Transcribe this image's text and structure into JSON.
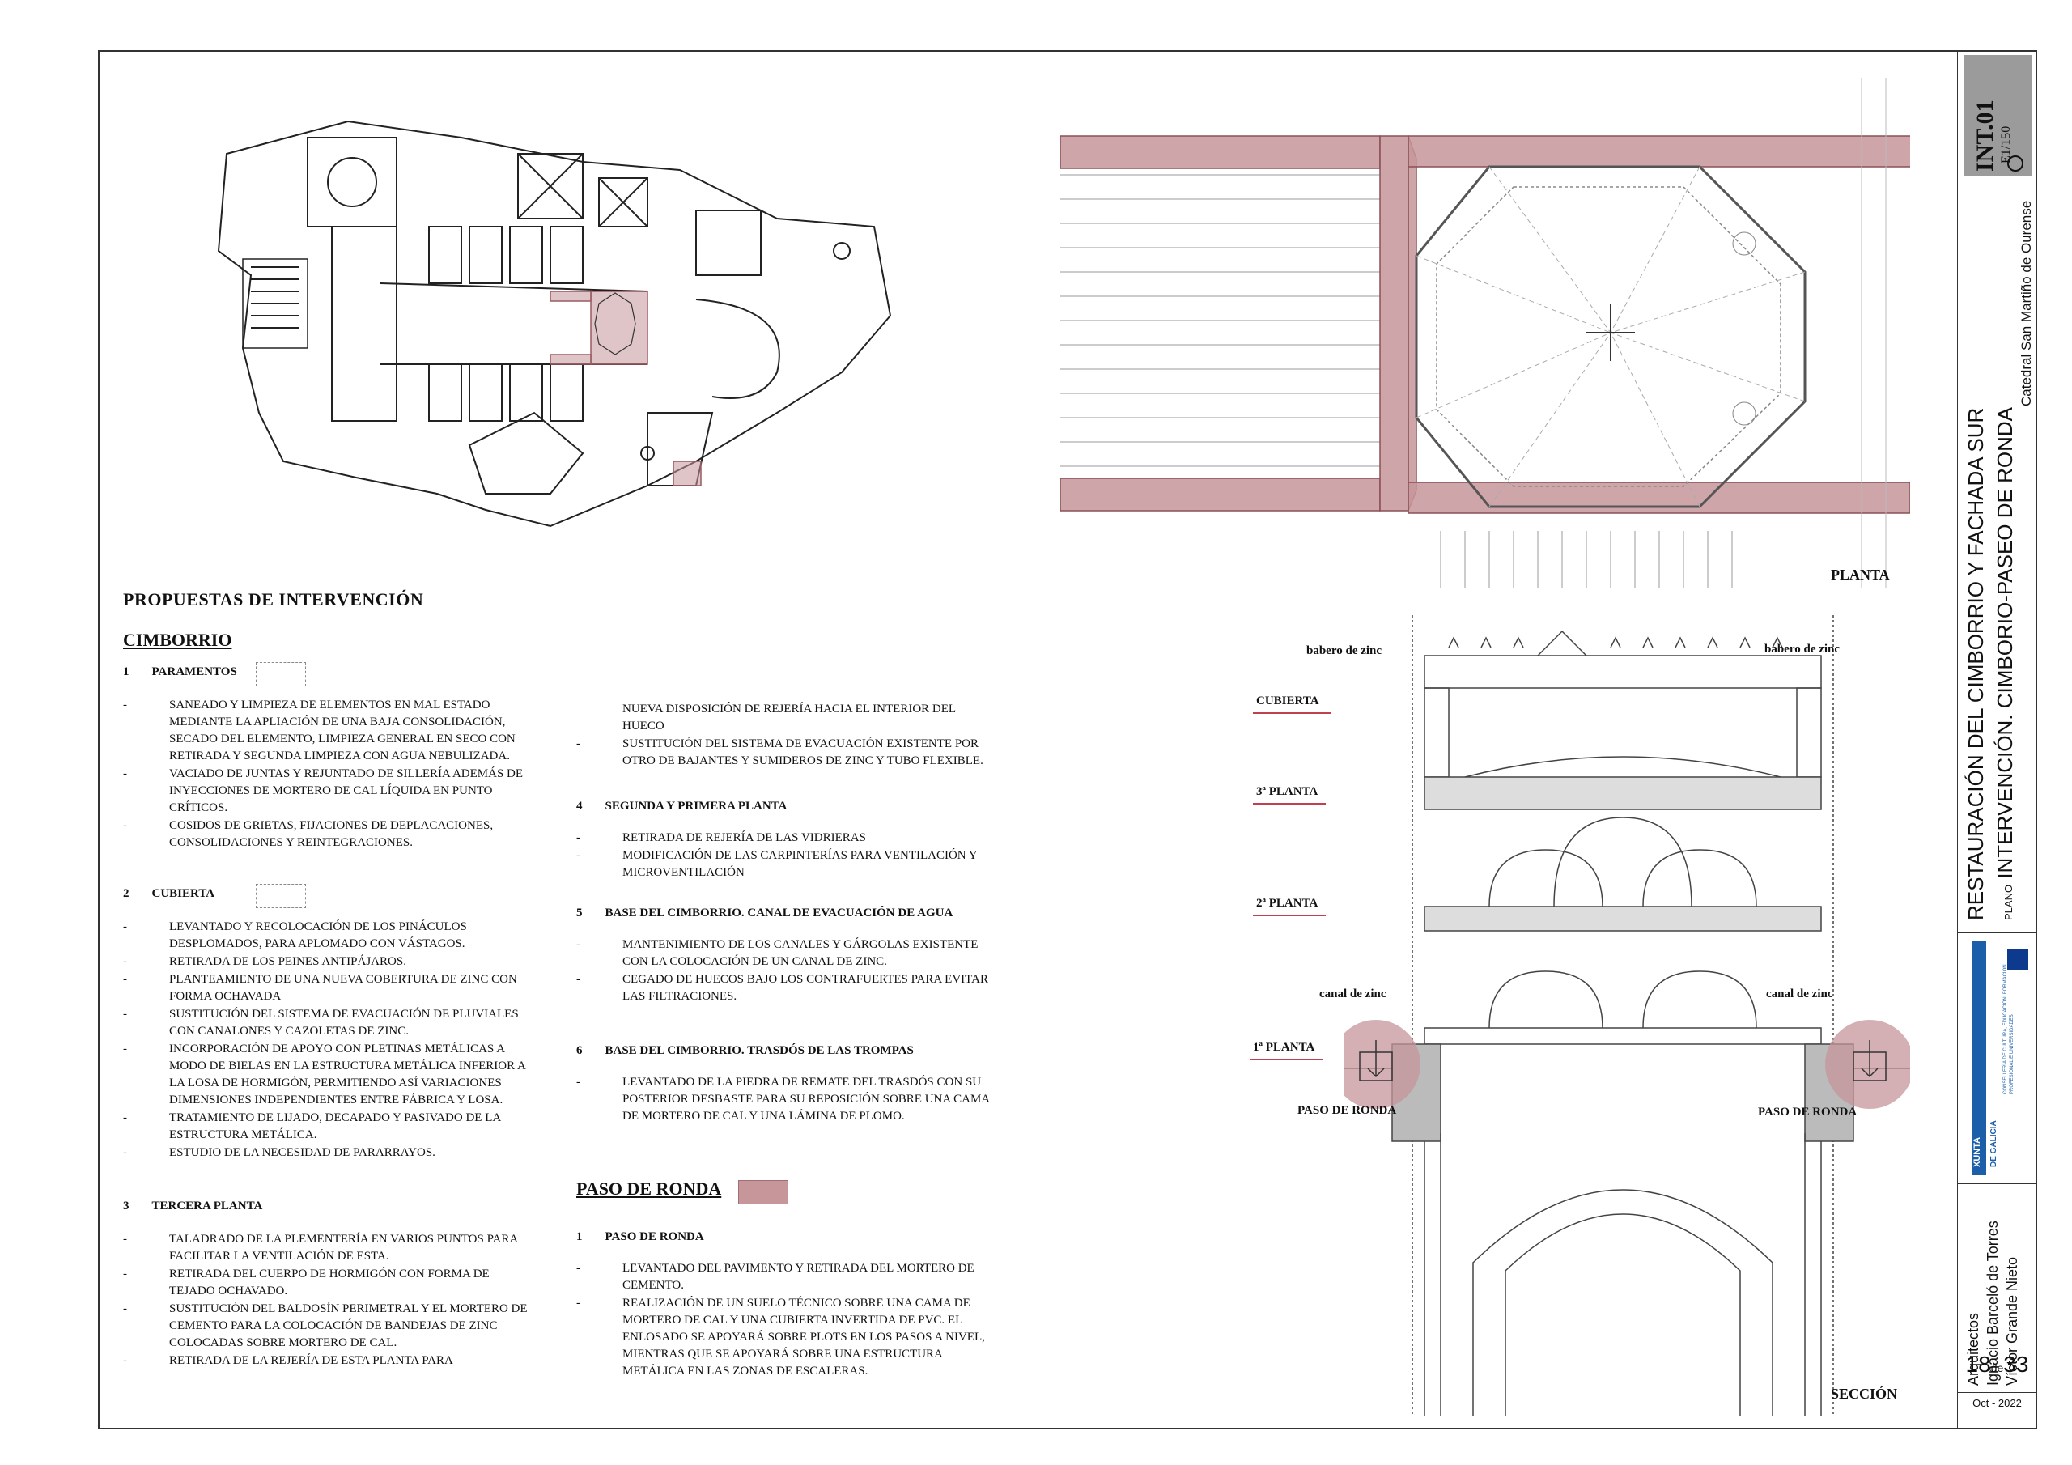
{
  "title_block": {
    "sheet_code": "INT.01",
    "scale": "E1/150",
    "project_title": "RESTAURACIÓN DEL CIMBORRIO Y FACHADA SUR",
    "plano_label": "PLANO",
    "plano_title": "INTERVENCIÓN. CIMBORIO-PASEO DE RONDA",
    "building": "Catedral San Martiño de Ourense",
    "architects_label": "Arquitectos",
    "architect_1": "Ignacio Barceló de Torres",
    "architect_2": "Víctor Grande Nieto",
    "sheet_number": "18",
    "sheet_de": "de",
    "sheet_total": "33",
    "date": "Oct - 2022",
    "logo_xunta_1": "XUNTA",
    "logo_xunta_2": "DE GALICIA",
    "logo_conselleria": "CONSELLERÍA DE CULTURA, EDUCACIÓN, FORMACIÓN PROFESIONAL E UNIVERSIDADES"
  },
  "drawing_labels": {
    "planta": "PLANTA",
    "seccion": "SECCIÓN",
    "babero_left": "babero de zinc",
    "babero_right": "babero de zinc",
    "canal_left": "canal de zinc",
    "canal_right": "canal de zinc",
    "paso_left": "PASO DE RONDA",
    "paso_right": "PASO DE RONDA",
    "levels": [
      "CUBIERTA",
      "3ª PLANTA",
      "2ª PLANTA",
      "1ª PLANTA"
    ]
  },
  "text": {
    "main_heading": "PROPUESTAS DE INTERVENCIÓN",
    "cimborrio_heading": "CIMBORRIO",
    "paso_heading": "PASO DE RONDA",
    "sections": [
      {
        "num": "1",
        "title": "PARAMENTOS",
        "items": [
          "SANEADO Y LIMPIEZA   DE ELEMENTOS EN MAL ESTADO MEDIANTE LA APLIACIÓN DE UNA BAJA CONSOLIDACIÓN, SECADO DEL ELEMENTO, LIMPIEZA GENERAL EN SECO CON RETIRADA Y SEGUNDA LIMPIEZA CON AGUA NEBULIZADA.",
          "VACIADO DE JUNTAS Y REJUNTADO DE SILLERÍA ADEMÁS DE INYECCIONES DE MORTERO DE CAL LÍQUIDA EN PUNTO CRÍTICOS.",
          "COSIDOS DE GRIETAS, FIJACIONES DE DEPLACACIONES, CONSOLIDACIONES Y REINTEGRACIONES."
        ]
      },
      {
        "num": "2",
        "title": "CUBIERTA",
        "items": [
          "LEVANTADO Y RECOLOCACIÓN DE LOS PINÁCULOS DESPLOMADOS, PARA APLOMADO CON VÁSTAGOS.",
          "RETIRADA DE LOS PEINES ANTIPÁJAROS.",
          "PLANTEAMIENTO DE UNA NUEVA COBERTURA DE ZINC CON FORMA OCHAVADA",
          "SUSTITUCIÓN DEL SISTEMA DE EVACUACIÓN DE PLUVIALES CON CANALONES Y CAZOLETAS DE ZINC.",
          "INCORPORACIÓN DE APOYO CON PLETINAS METÁLICAS A MODO DE BIELAS EN LA ESTRUCTURA METÁLICA INFERIOR A LA LOSA DE HORMIGÓN, PERMITIENDO ASÍ VARIACIONES DIMENSIONES INDEPENDIENTES ENTRE FÁBRICA Y LOSA.",
          "TRATAMIENTO DE LIJADO, DECAPADO Y PASIVADO DE LA ESTRUCTURA METÁLICA.",
          "ESTUDIO DE LA NECESIDAD DE PARARRAYOS."
        ]
      },
      {
        "num": "3",
        "title": "TERCERA PLANTA",
        "items": [
          "TALADRADO DE LA PLEMENTERÍA EN VARIOS PUNTOS PARA FACILITAR LA VENTILACIÓN DE ESTA.",
          "RETIRADA DEL CUERPO DE HORMIGÓN CON FORMA DE TEJADO OCHAVADO.",
          "SUSTITUCIÓN DEL BALDOSÍN PERIMETRAL Y EL MORTERO DE CEMENTO PARA LA COLOCACIÓN DE BANDEJAS DE ZINC COLOCADAS SOBRE MORTERO DE CAL.",
          "RETIRADA DE LA REJERÍA DE ESTA PLANTA PARA"
        ]
      },
      {
        "cont_first": "NUEVA DISPOSICIÓN DE REJERÍA HACIA EL INTERIOR DEL HUECO",
        "cont_items": [
          "SUSTITUCIÓN DEL SISTEMA DE EVACUACIÓN EXISTENTE POR OTRO DE BAJANTES Y SUMIDEROS DE ZINC Y TUBO FLEXIBLE."
        ]
      },
      {
        "num": "4",
        "title": "SEGUNDA Y PRIMERA PLANTA",
        "items": [
          "RETIRADA DE REJERÍA DE LAS VIDRIERAS",
          "MODIFICACIÓN DE LAS CARPINTERÍAS PARA VENTILACIÓN Y MICROVENTILACIÓN"
        ]
      },
      {
        "num": "5",
        "title": "BASE DEL CIMBORRIO. CANAL DE EVACUACIÓN DE AGUA",
        "items": [
          "MANTENIMIENTO DE LOS CANALES Y GÁRGOLAS EXISTENTE CON LA COLOCACIÓN DE UN CANAL DE ZINC.",
          "CEGADO DE HUECOS BAJO LOS CONTRAFUERTES PARA EVITAR LAS FILTRACIONES."
        ]
      },
      {
        "num": "6",
        "title": "BASE DEL CIMBORRIO. TRASDÓS DE LAS TROMPAS",
        "items": [
          "LEVANTADO DE LA PIEDRA DE REMATE DEL TRASDÓS CON SU POSTERIOR DESBASTE PARA SU REPOSICIÓN SOBRE UNA CAMA DE MORTERO DE CAL Y UNA LÁMINA DE PLOMO."
        ]
      }
    ],
    "paso_section": {
      "num": "1",
      "title": "PASO DE RONDA",
      "items": [
        "LEVANTADO DEL PAVIMENTO Y RETIRADA DEL MORTERO DE CEMENTO.",
        "REALIZACIÓN DE UN SUELO TÉCNICO SOBRE UNA CAMA DE MORTERO DE CAL Y UNA CUBIERTA INVERTIDA DE PVC. EL ENLOSADO SE APOYARÁ SOBRE PLOTS EN LOS PASOS A NIVEL, MIENTRAS QUE SE APOYARÁ SOBRE UNA ESTRUCTURA METÁLICA EN LAS ZONAS DE ESCALERAS."
      ]
    }
  },
  "colors": {
    "highlight": "#c6969b",
    "level_line": "#c04050"
  }
}
